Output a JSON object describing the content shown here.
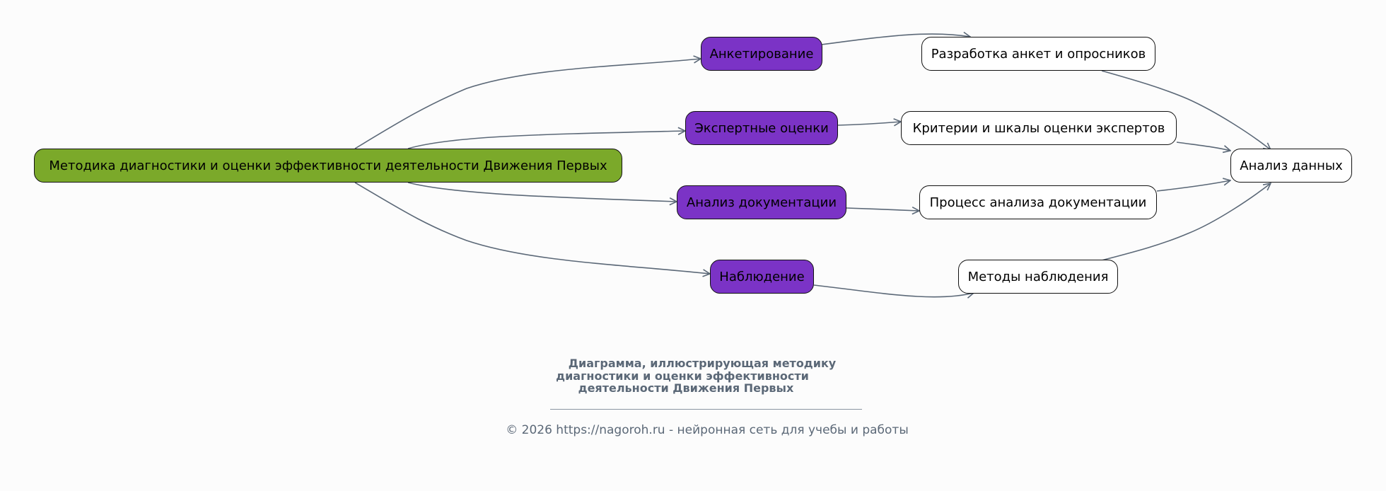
{
  "diagram": {
    "root": {
      "label": "Методика диагностики и оценки эффективности деятельности Движения Первых"
    },
    "methods": [
      {
        "label": "Анкетирование"
      },
      {
        "label": "Экспертные оценки"
      },
      {
        "label": "Анализ документации"
      },
      {
        "label": "Наблюдение"
      }
    ],
    "details": [
      {
        "label": "Разработка анкет и опросников"
      },
      {
        "label": "Критерии и шкалы оценки экспертов"
      },
      {
        "label": "Процесс анализа документации"
      },
      {
        "label": "Методы наблюдения"
      }
    ],
    "result": {
      "label": "Анализ данных"
    },
    "colors": {
      "root_fill": "#7ba92a",
      "method_fill": "#7b33c6",
      "detail_fill": "#ffffff",
      "edge": "#5b6877",
      "caption_text": "#5b6877"
    }
  },
  "caption": {
    "line1": "Диаграмма, иллюстрирующая методику",
    "line2": "диагностики и оценки эффективности",
    "line3": "деятельности Движения Первых"
  },
  "footer": {
    "copyright": "© 2026 https://nagoroh.ru - нейронная сеть для учебы и работы"
  }
}
